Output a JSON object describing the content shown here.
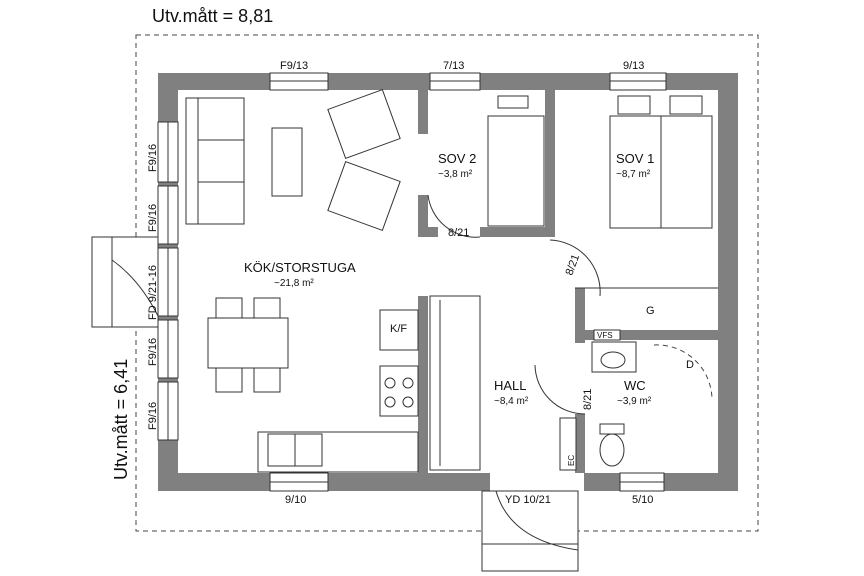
{
  "dimensions": {
    "outer_width": "Utv.mått = 8,81",
    "outer_depth": "Utv.mått = 6,41"
  },
  "rooms": {
    "kitchen_living": {
      "name": "KÖK/STORSTUGA",
      "area": "~21,8 m²"
    },
    "bedroom2": {
      "name": "SOV 2",
      "area": "~3,8 m²"
    },
    "bedroom1": {
      "name": "SOV 1",
      "area": "~8,7 m²"
    },
    "hall": {
      "name": "HALL",
      "area": "~8,4 m²"
    },
    "wc": {
      "name": "WC",
      "area": "~3,9 m²"
    }
  },
  "openings": {
    "top_window_1": "F9/13",
    "top_window_2": "7/13",
    "top_window_3": "9/13",
    "left_window_1": "F9/16",
    "left_window_2": "F9/16",
    "left_door": "FD 9/21-16",
    "left_window_3": "F9/16",
    "left_window_4": "F9/16",
    "bottom_window_1": "9/10",
    "entrance_door": "YD 10/21",
    "bottom_window_2": "5/10",
    "door_sov2": "8/21",
    "door_sov1": "8/21",
    "door_wc": "8/21"
  },
  "fixtures": {
    "fridge": "K/F",
    "storage": "G",
    "wc_d": "D",
    "vent": "VFS",
    "electric": "EC"
  }
}
